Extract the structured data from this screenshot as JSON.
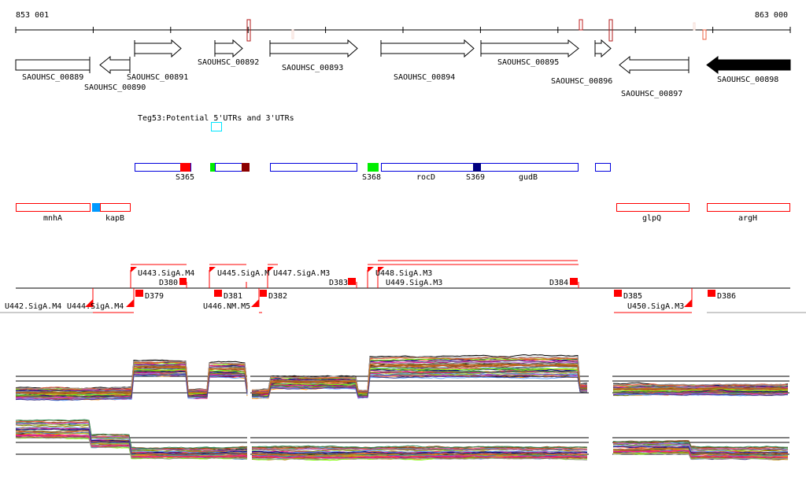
{
  "ruler": {
    "start_label": "853 001",
    "end_label": "863 000"
  },
  "genes": [
    {
      "id": "SAOUHSC_00889",
      "strand": "-"
    },
    {
      "id": "SAOUHSC_00890",
      "strand": "-"
    },
    {
      "id": "SAOUHSC_00891",
      "strand": "+"
    },
    {
      "id": "SAOUHSC_00892",
      "strand": "+"
    },
    {
      "id": "SAOUHSC_00893",
      "strand": "+"
    },
    {
      "id": "SAOUHSC_00894",
      "strand": "+"
    },
    {
      "id": "SAOUHSC_00895",
      "strand": "+"
    },
    {
      "id": "SAOUHSC_00896",
      "strand": "+"
    },
    {
      "id": "SAOUHSC_00897",
      "strand": "-"
    },
    {
      "id": "SAOUHSC_00898",
      "strand": "-"
    }
  ],
  "utr_track": {
    "title": "Teg53:Potential 5'UTRs and 3'UTRs"
  },
  "blue_track": {
    "labels": [
      "S365",
      "S368",
      "rocD",
      "S369",
      "gudB"
    ]
  },
  "red_track": {
    "labels": [
      "mnhA",
      "kapB",
      "glpQ",
      "argH"
    ]
  },
  "transcripts": {
    "upper": [
      "U443.SigA.M4",
      "D380",
      "U445.SigA.M",
      "U447.SigA.M3",
      "D383",
      "U448.SigA.M3",
      "U449.SigA.M3",
      "D384"
    ],
    "lower": [
      "U442.SigA.M4",
      "U444.SigA.M4",
      "D379",
      "D381",
      "U446.NM.M5",
      "D382",
      "D385",
      "U450.SigA.M3",
      "D386"
    ]
  },
  "colors": {
    "accent_red": "#ff0000",
    "dark_red": "#b01818",
    "blue": "#0000dd",
    "green": "#00ee00",
    "navy": "#000080",
    "cyan": "#00e5ff",
    "sky": "#0099ff",
    "maroon": "#8b0000"
  }
}
